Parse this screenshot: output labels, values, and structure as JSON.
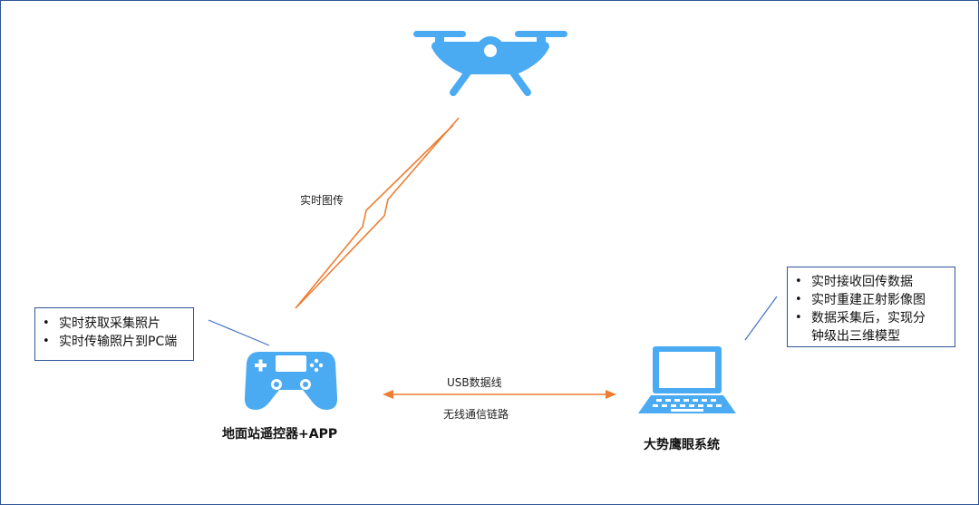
{
  "colors": {
    "device_blue": "#4aabf2",
    "link_orange": "#ed7d31",
    "border_blue": "#2f5597",
    "connector_blue": "#4472c4"
  },
  "icons": {
    "drone": "drone-icon",
    "controller": "gamepad-icon",
    "laptop": "laptop-icon"
  },
  "links": {
    "image_transmission": "实时图传",
    "usb_cable": "USB数据线",
    "wireless_link": "无线通信链路"
  },
  "ground_station": {
    "title": "地面站遥控器+APP",
    "bullets": [
      "实时获取采集照片",
      "实时传输照片到PC端"
    ]
  },
  "eagle_eye": {
    "title": "大势鹰眼系统",
    "bullets": [
      "实时接收回传数据",
      "实时重建正射影像图",
      "数据采集后，实现分"
    ],
    "bullet_continuation": "钟级出三维模型"
  }
}
